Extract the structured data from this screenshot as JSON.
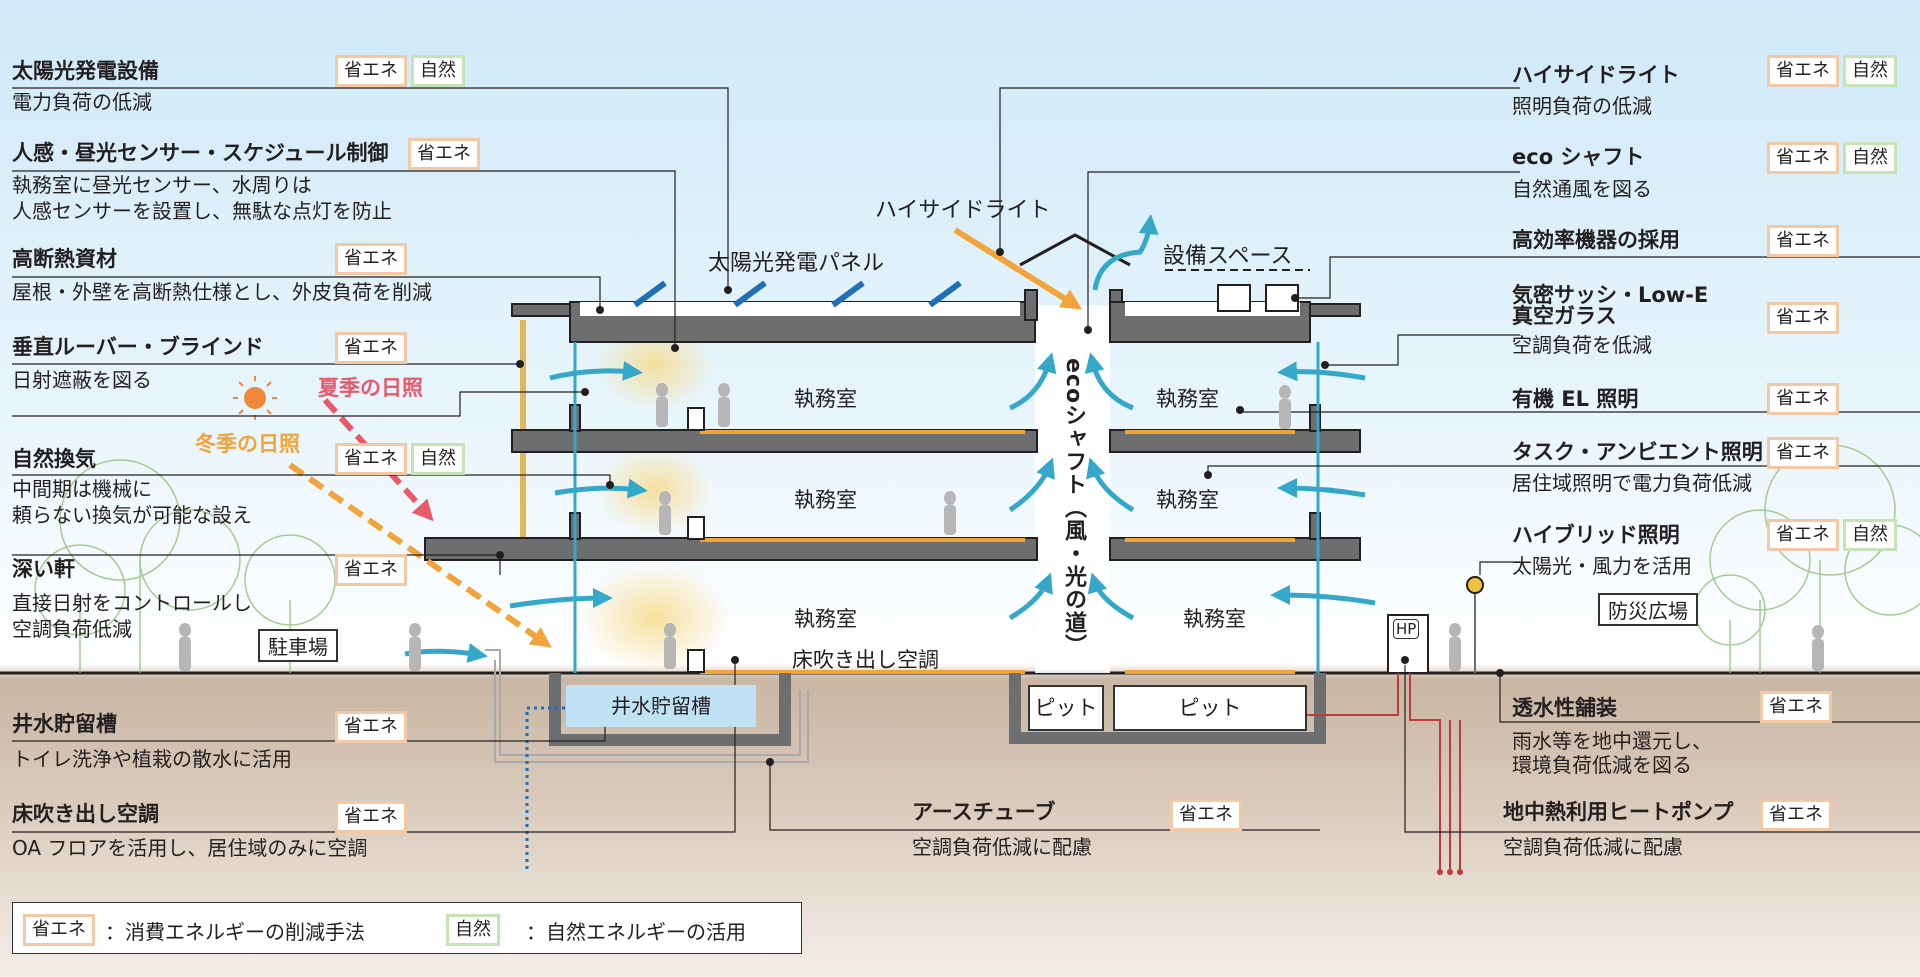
{
  "features_left": [
    {
      "title": "太陽光発電設備",
      "desc": [
        "電力負荷の低減"
      ],
      "tags": [
        "省エネ",
        "自然"
      ]
    },
    {
      "title": "人感・昼光センサー・スケジュール制御",
      "desc": [
        "執務室に昼光センサー、水周りは",
        "人感センサーを設置し、無駄な点灯を防止"
      ],
      "tags": [
        "省エネ"
      ]
    },
    {
      "title": "高断熱資材",
      "desc": [
        "屋根・外壁を高断熱仕様とし、外皮負荷を削減"
      ],
      "tags": [
        "省エネ"
      ]
    },
    {
      "title": "垂直ルーバー・ブラインド",
      "desc": [
        "日射遮蔽を図る"
      ],
      "tags": [
        "省エネ"
      ]
    },
    {
      "title": "自然換気",
      "desc": [
        "中間期は機械に",
        "頼らない換気が可能な設え"
      ],
      "tags": [
        "省エネ",
        "自然"
      ]
    },
    {
      "title": "深い軒",
      "desc": [
        "直接日射をコントロールし",
        "空調負荷低減"
      ],
      "tags": [
        "省エネ"
      ]
    },
    {
      "title": "井水貯留槽",
      "desc": [
        "トイレ洗浄や植栽の散水に活用"
      ],
      "tags": [
        "省エネ"
      ]
    },
    {
      "title": "床吹き出し空調",
      "desc": [
        "OA フロアを活用し、居住域のみに空調"
      ],
      "tags": [
        "省エネ"
      ]
    }
  ],
  "features_right": [
    {
      "title": "ハイサイドライト",
      "desc": [
        "照明負荷の低減"
      ],
      "tags": [
        "省エネ",
        "自然"
      ]
    },
    {
      "title": "eco シャフト",
      "desc": [
        "自然通風を図る"
      ],
      "tags": [
        "省エネ",
        "自然"
      ]
    },
    {
      "title": "高効率機器の採用",
      "desc": [],
      "tags": [
        "省エネ"
      ]
    },
    {
      "title": "気密サッシ・Low-E",
      "title2": "真空ガラス",
      "desc": [
        "空調負荷を低減"
      ],
      "tags": [
        "省エネ"
      ]
    },
    {
      "title": "有機 EL 照明",
      "desc": [],
      "tags": [
        "省エネ"
      ]
    },
    {
      "title": "タスク・アンビエント照明",
      "desc": [
        "居住域照明で電力負荷低減"
      ],
      "tags": [
        "省エネ"
      ]
    },
    {
      "title": "ハイブリッド照明",
      "desc": [
        "太陽光・風力を活用"
      ],
      "tags": [
        "省エネ",
        "自然"
      ]
    }
  ],
  "features_bottom": [
    {
      "title": "アースチューブ",
      "desc": [
        "空調負荷低減に配慮"
      ],
      "tags": [
        "省エネ"
      ]
    },
    {
      "title": "透水性舗装",
      "desc": [
        "雨水等を地中還元し、",
        "環境負荷低減を図る"
      ],
      "tags": [
        "省エネ"
      ]
    },
    {
      "title": "地中熱利用ヒートポンプ",
      "desc": [
        "空調負荷低減に配慮"
      ],
      "tags": [
        "省エネ"
      ]
    }
  ],
  "building": {
    "room_label": "執務室",
    "floor_ac": "床吹き出し空調",
    "shaft": "ecoシャフト（風・光の道）",
    "solar_panel": "太陽光発電パネル",
    "highside": "ハイサイドライト",
    "equipment": "設備スペース",
    "tank": "井水貯留槽",
    "pit": "ピット",
    "hp": "HP",
    "parking": "駐車場",
    "plaza": "防災広場"
  },
  "sun": {
    "summer": "夏季の日照",
    "winter": "冬季の日照"
  },
  "legend": [
    {
      "tag": "省エネ",
      "text": "：消費エネルギーの削減手法"
    },
    {
      "tag": "自然",
      "text": "：自然エネルギーの活用"
    }
  ],
  "colors": {
    "energy_tag": "#f2c9a4",
    "nature_tag": "#c6e3b5",
    "air_arrow": "#35a8c9",
    "sun_summer": "#e85a6a",
    "sun_winter": "#f0a43a",
    "structure": "#6d6e70"
  }
}
